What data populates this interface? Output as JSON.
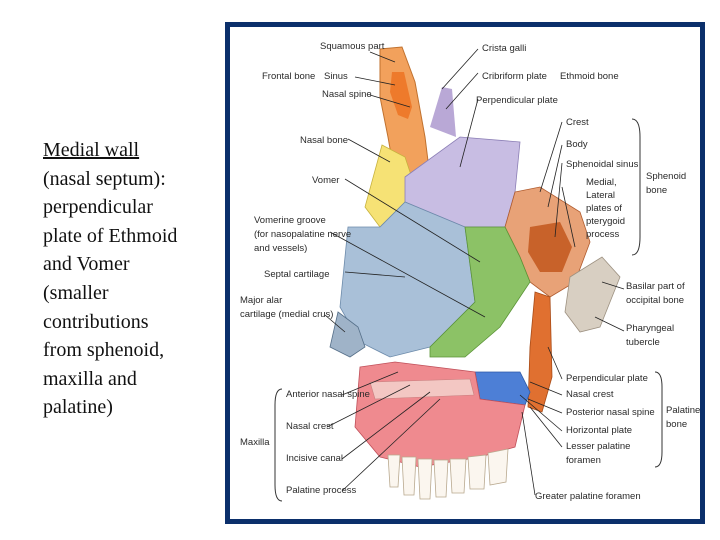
{
  "slide": {
    "heading": "Medial wall",
    "body_lines": [
      "(nasal septum):",
      "perpendicular",
      "plate of Ethmoid",
      "and Vomer",
      "(smaller",
      "contributions",
      "from sphenoid,",
      "maxilla and",
      "palatine)"
    ]
  },
  "figure": {
    "labels": {
      "frontal_bone": "Frontal bone",
      "squamous_part": "Squamous part",
      "sinus": "Sinus",
      "nasal_spine": "Nasal spine",
      "crista_galli": "Crista galli",
      "cribriform_plate": "Cribriform plate",
      "ethmoid_bone": "Ethmoid bone",
      "perpendicular_plate_ethmoid": "Perpendicular plate",
      "nasal_bone": "Nasal bone",
      "vomer": "Vomer",
      "vomerine_groove_1": "Vomerine groove",
      "vomerine_groove_2": "(for nasopalatine nerve",
      "vomerine_groove_3": "and vessels)",
      "septal_cartilage": "Septal cartilage",
      "major_alar_1": "Major alar",
      "major_alar_2": "cartilage (medial crus)",
      "crest": "Crest",
      "body": "Body",
      "sphenoidal_sinus": "Sphenoidal sinus",
      "medial_lateral_1": "Medial,",
      "medial_lateral_2": "Lateral",
      "medial_lateral_3": "plates of",
      "medial_lateral_4": "pterygoid",
      "medial_lateral_5": "process",
      "sphenoid_bone_1": "Sphenoid",
      "sphenoid_bone_2": "bone",
      "basilar_part_1": "Basilar part of",
      "basilar_part_2": "occipital bone",
      "pharyngeal_tubercle_1": "Pharyngeal",
      "pharyngeal_tubercle_2": "tubercle",
      "perpendicular_plate_palatine": "Perpendicular plate",
      "nasal_crest_palatine": "Nasal crest",
      "posterior_nasal_spine": "Posterior nasal spine",
      "horizontal_plate": "Horizontal plate",
      "lesser_palatine_1": "Lesser palatine",
      "lesser_palatine_2": "foramen",
      "palatine_bone_1": "Palatine",
      "palatine_bone_2": "bone",
      "anterior_nasal_spine": "Anterior nasal spine",
      "nasal_crest_maxilla": "Nasal crest",
      "incisive_canal": "Incisive canal",
      "palatine_process": "Palatine process",
      "maxilla": "Maxilla",
      "greater_palatine_foramen": "Greater palatine foramen"
    }
  }
}
